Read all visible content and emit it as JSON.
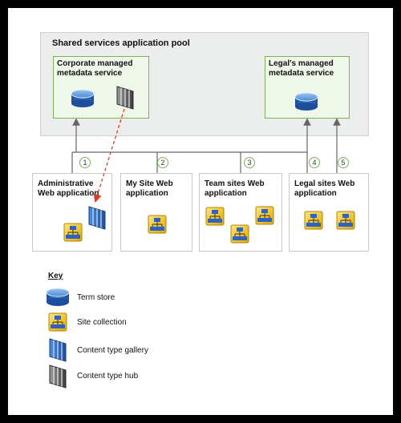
{
  "pool": {
    "title": "Shared services application pool"
  },
  "services": {
    "corporate": {
      "label": "Corporate managed metadata service"
    },
    "legal": {
      "label": "Legal's managed metadata service"
    }
  },
  "apps": [
    {
      "label": "Administrative Web application"
    },
    {
      "label": "My Site Web application"
    },
    {
      "label": "Team sites Web application"
    },
    {
      "label": "Legal sites Web application"
    }
  ],
  "connections": [
    "1",
    "2",
    "3",
    "4",
    "5"
  ],
  "key": {
    "title": "Key",
    "items": [
      {
        "icon": "term-store-icon",
        "label": "Term store"
      },
      {
        "icon": "site-collection-icon",
        "label": "Site collection"
      },
      {
        "icon": "content-type-gallery-icon",
        "label": "Content type gallery"
      },
      {
        "icon": "content-type-hub-icon",
        "label": "Content type hub"
      }
    ]
  },
  "colors": {
    "service_border": "#7ab25a",
    "service_fill": "#eef7ea",
    "dashed_arrow": "#e03a2a",
    "term_store": "#1f5fb8",
    "site_collection": "#f2c200"
  }
}
